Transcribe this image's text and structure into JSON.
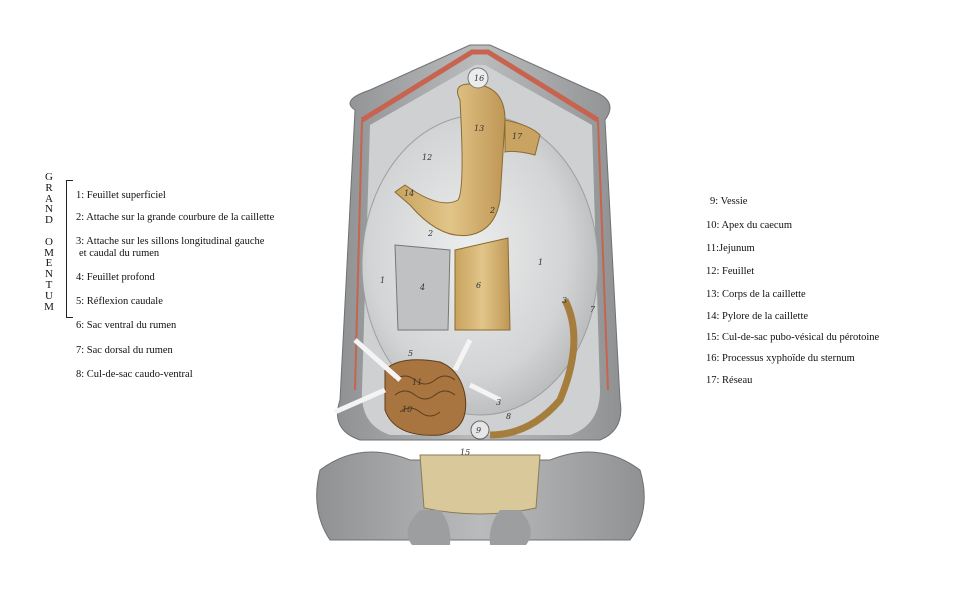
{
  "group_title": "GRAND OMENTUM",
  "left_labels": [
    "1: Feuillet superficiel",
    "2: Attache sur la grande courbure de la caillette",
    "3: Attache sur les sillons longitudinal gauche",
    "et caudal du rumen",
    "4: Feuillet profond",
    "5: Réflexion caudale",
    "6: Sac ventral du rumen",
    "7: Sac dorsal du rumen",
    "8: Cul-de-sac caudo-ventral"
  ],
  "right_labels": [
    "9: Vessie",
    "10: Apex du caecum",
    "11:Jejunum",
    "12: Feuillet",
    "13: Corps de la caillette",
    "14: Pylore de la caillette",
    "15: Cul-de-sac pubo-vésical du pérotoine",
    "16: Processus xyphoïde du sternum",
    "17: Réseau"
  ],
  "figure_numbers": [
    "16",
    "13",
    "17",
    "12",
    "14",
    "2",
    "2",
    "1",
    "4",
    "6",
    "1",
    "3",
    "7",
    "5",
    "11",
    "10",
    "3",
    "8",
    "9",
    "15"
  ],
  "colors": {
    "skin": "#a7a9ab",
    "serosa": "#d9dadb",
    "organ_tan": "#d9b978",
    "intestine": "#a8743f",
    "cut_edge": "#c7634f"
  }
}
